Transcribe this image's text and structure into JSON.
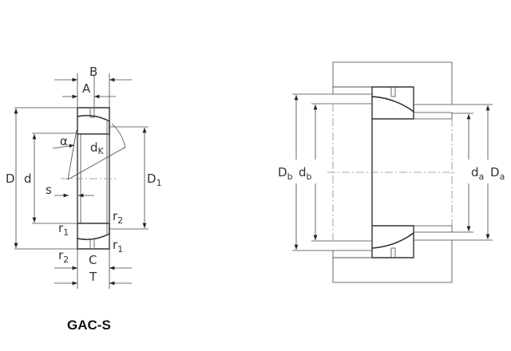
{
  "title": "GAC-S",
  "bearing_view": {
    "labels": {
      "B": "B",
      "A": "A",
      "D": "D",
      "d": "d",
      "alpha": "α",
      "dK": "d",
      "dK_sub": "K",
      "s": "s",
      "D1": "D",
      "D1_sub": "1",
      "r1_top": "r",
      "r1_top_sub": "1",
      "r2_right": "r",
      "r2_right_sub": "2",
      "r2_bottom": "r",
      "r2_bottom_sub": "2",
      "r1_bottom": "r",
      "r1_bottom_sub": "1",
      "C": "C",
      "T": "T"
    }
  },
  "mounting_view": {
    "labels": {
      "Db": "D",
      "Db_sub": "b",
      "db": "d",
      "db_sub": "b",
      "da": "d",
      "da_sub": "a",
      "Da": "D",
      "Da_sub": "a"
    }
  },
  "colors": {
    "line": "#444444",
    "hatch": "#555555"
  }
}
